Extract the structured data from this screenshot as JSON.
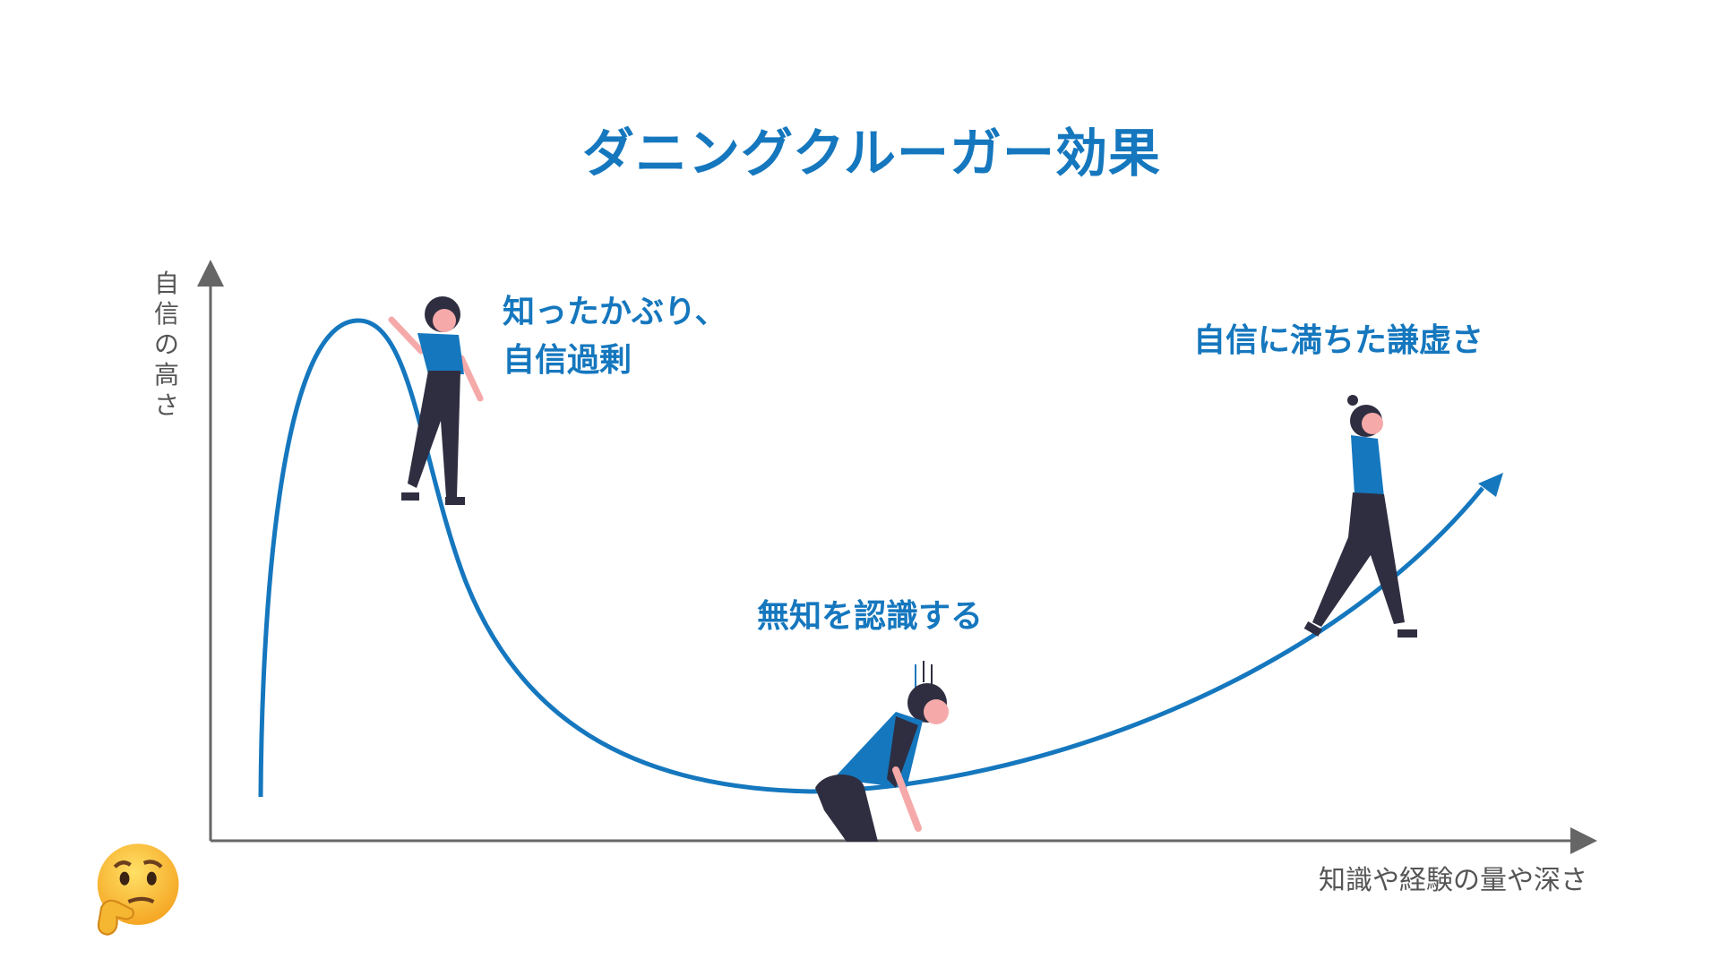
{
  "title": "ダニングクルーガー効果",
  "axes": {
    "y_label": "自信の高さ",
    "x_label": "知識や経験の量や深さ"
  },
  "stages": [
    {
      "line1": "知ったかぶり、",
      "line2": "自信過剰"
    },
    {
      "line1": "無知を認識する"
    },
    {
      "line1": "自信に満ちた謙虚さ"
    }
  ],
  "colors": {
    "accent": "#1577be",
    "axis": "#666666",
    "figure_dark": "#2f2e41",
    "skin": "#f5a9a9"
  },
  "icons": {
    "corner": "thinking-face-emoji"
  }
}
